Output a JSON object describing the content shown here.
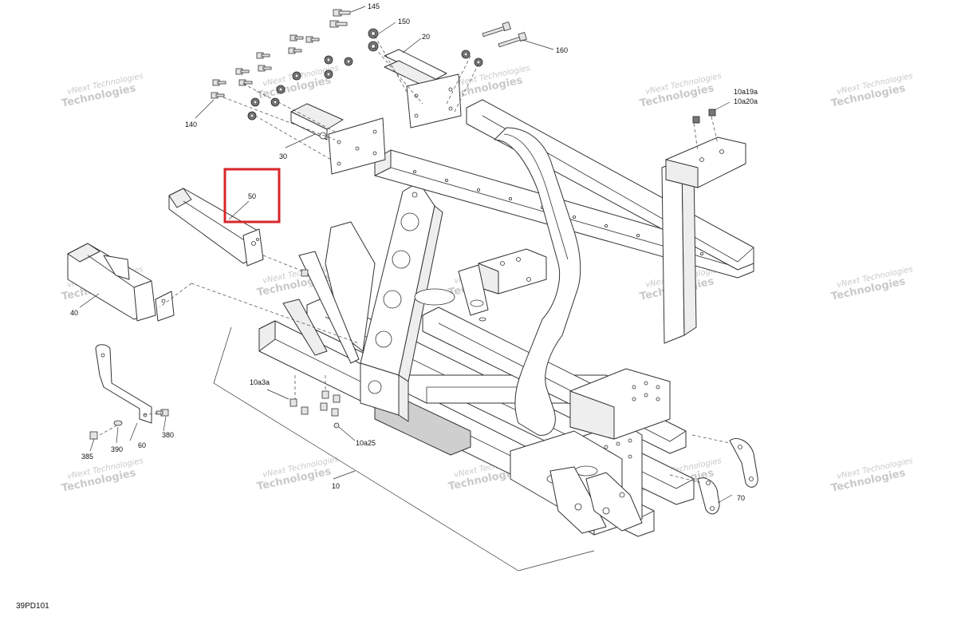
{
  "diagram": {
    "code": "39PD101",
    "highlight_color": "#d9262b",
    "watermark": {
      "line1": "vNext Technologies",
      "line2": "Technologies"
    },
    "labels": [
      {
        "id": "145",
        "text": "145"
      },
      {
        "id": "150",
        "text": "150"
      },
      {
        "id": "20",
        "text": "20"
      },
      {
        "id": "160",
        "text": "160"
      },
      {
        "id": "140",
        "text": "140"
      },
      {
        "id": "30",
        "text": "30"
      },
      {
        "id": "50",
        "text": "50"
      },
      {
        "id": "40",
        "text": "40"
      },
      {
        "id": "10a19a",
        "text": "10a19a"
      },
      {
        "id": "10a20a",
        "text": "10a20a"
      },
      {
        "id": "10a3a",
        "text": "10a3a"
      },
      {
        "id": "10a25",
        "text": "10a25"
      },
      {
        "id": "10",
        "text": "10"
      },
      {
        "id": "70",
        "text": "70"
      },
      {
        "id": "60",
        "text": "60"
      },
      {
        "id": "380",
        "text": "380"
      },
      {
        "id": "385",
        "text": "385"
      },
      {
        "id": "390",
        "text": "390"
      }
    ]
  }
}
